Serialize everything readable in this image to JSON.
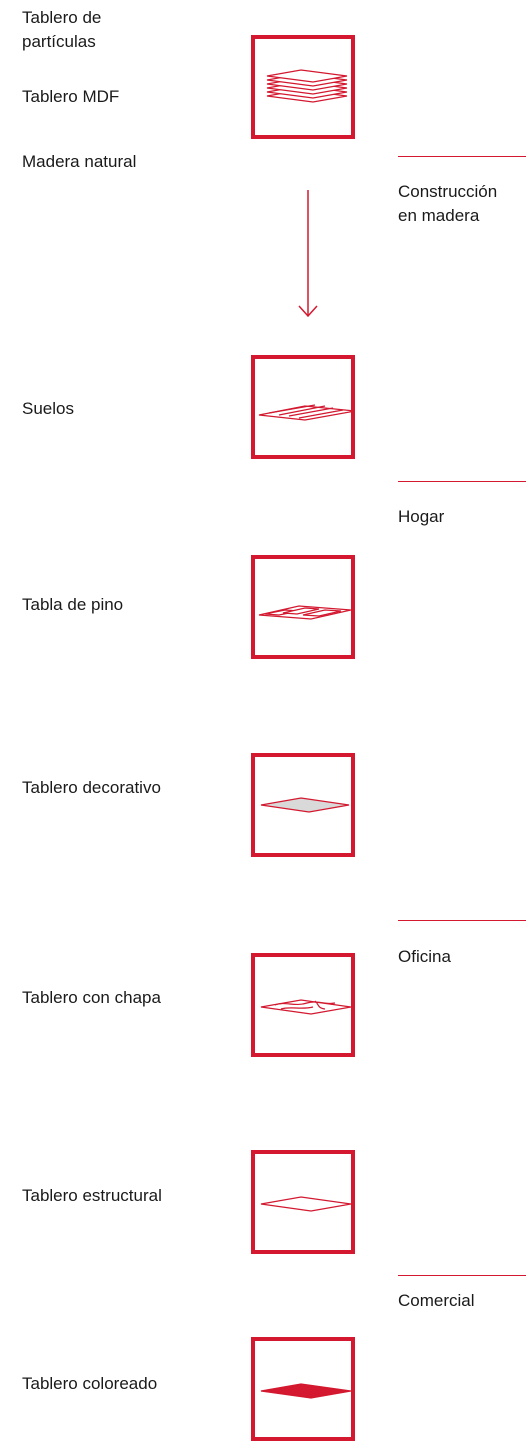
{
  "materials": [
    {
      "label": "Tablero de\npartículas",
      "icon": "stacked-sheets-icon"
    },
    {
      "label": "Tablero MDF",
      "icon": "stacked-sheets-icon"
    },
    {
      "label": "Madera natural",
      "icon": "stacked-sheets-icon"
    }
  ],
  "products": [
    {
      "label": "Suelos",
      "icon": "floor-planks-icon"
    },
    {
      "label": "Tabla de pino",
      "icon": "pine-board-icon"
    },
    {
      "label": "Tablero decorativo",
      "icon": "decorative-panel-icon"
    },
    {
      "label": "Tablero con chapa",
      "icon": "veneer-panel-icon"
    },
    {
      "label": "Tablero estructural",
      "icon": "structural-panel-icon"
    },
    {
      "label": "Tablero coloreado",
      "icon": "colored-panel-icon"
    }
  ],
  "categories": [
    {
      "label": "Construcción\nen madera"
    },
    {
      "label": "Hogar"
    },
    {
      "label": "Oficina"
    },
    {
      "label": "Comercial"
    }
  ],
  "colors": {
    "accent": "#d3182f",
    "text": "#1a1a1a",
    "fill_light": "#d9d9d9"
  }
}
